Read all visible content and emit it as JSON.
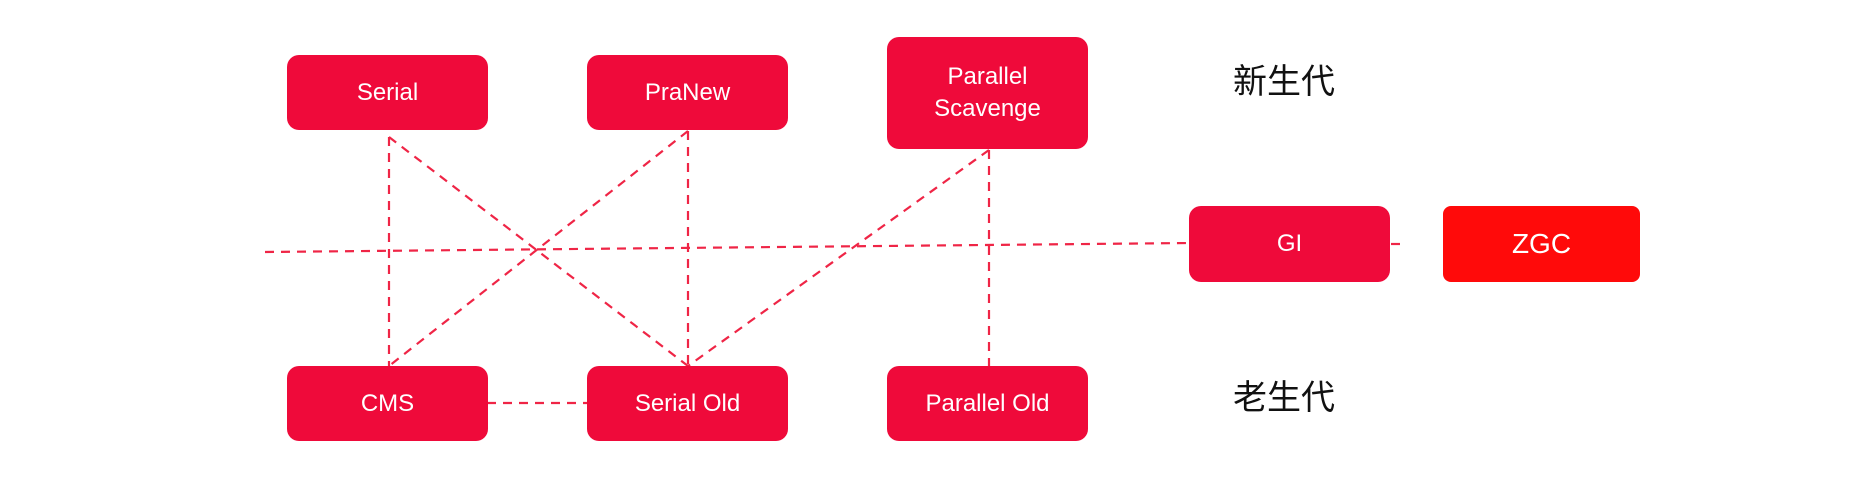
{
  "colors": {
    "node": "#ef0a3a",
    "node_highlight": "#ff0a0a",
    "link": "#ef2546",
    "label_text": "#111111"
  },
  "nodes": {
    "serial": "Serial",
    "pranew": "PraNew",
    "parallel_scavenge": "Parallel\nScavenge",
    "g1": "GI",
    "zgc": "ZGC",
    "cms": "CMS",
    "serial_old": "Serial Old",
    "parallel_old": "Parallel Old"
  },
  "labels": {
    "young_gen": "新生代",
    "old_gen": "老生代"
  },
  "links": [
    [
      "serial",
      "cms"
    ],
    [
      "serial",
      "serial_old"
    ],
    [
      "pranew",
      "cms"
    ],
    [
      "pranew",
      "serial_old"
    ],
    [
      "parallel_scavenge",
      "serial_old"
    ],
    [
      "parallel_scavenge",
      "parallel_old"
    ],
    [
      "cms",
      "serial_old"
    ],
    [
      "g1",
      "zgc"
    ]
  ]
}
